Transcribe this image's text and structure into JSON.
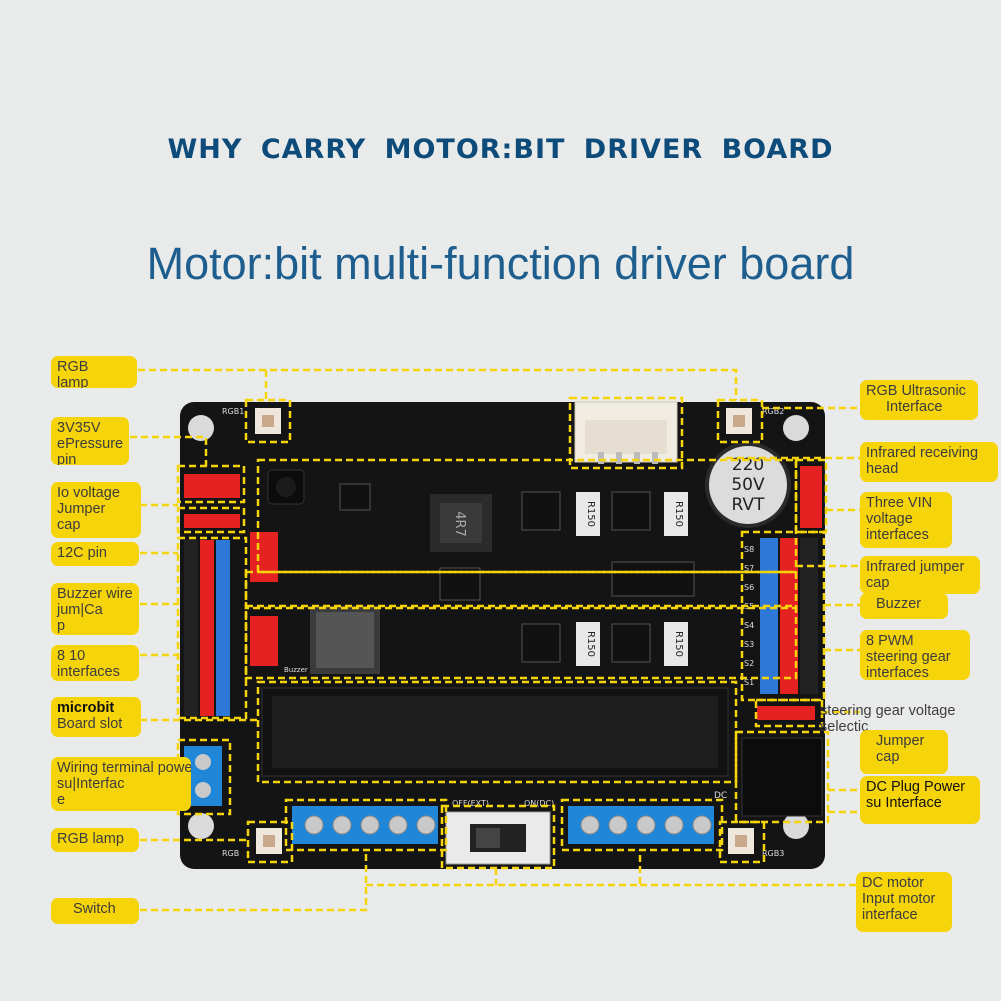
{
  "header": {
    "banner": "WHY CARRY MOTOR:BIT DRIVER BOARD",
    "title": "Motor:bit multi-function driver board"
  },
  "board": {
    "silkscreen": {
      "rgb1": "RGB1",
      "rgb2": "RGB2",
      "rgb3": "RGB3",
      "rgb": "RGB",
      "dc": "DC",
      "buzzer": "Buzzer",
      "off_ext": "OFF(EXT)",
      "on_dc": "ON(DC)",
      "capacitor_1": "220",
      "capacitor_2": "50V",
      "capacitor_3": "RVT",
      "inductor": "4R7",
      "resistor": "R150",
      "servo_ports": [
        "S8",
        "S7",
        "S6",
        "S5",
        "S4",
        "S3",
        "S2",
        "S1"
      ]
    }
  },
  "labels": {
    "rgb_lamp_top": [
      "RGB",
      "lamp"
    ],
    "pressure_pin": [
      "3V35V",
      "ePressure",
      "pin"
    ],
    "io_voltage": [
      "Io voltage",
      "Jumper",
      "cap"
    ],
    "i2c_pin": [
      "12C pin"
    ],
    "buzzer_wire": [
      "Buzzer wire",
      "jum|Ca",
      "p"
    ],
    "interfaces_8_10": [
      "8 10",
      "interfaces"
    ],
    "microbit_slot": [
      "microbit",
      "Board slot"
    ],
    "wiring_terminal": [
      "Wiring terminal power",
      "su|Interfac",
      "e"
    ],
    "rgb_lamp_bottom": [
      "RGB lamp"
    ],
    "switch": [
      "Switch"
    ],
    "rgb_ultrasonic": [
      "RGB Ultrasonic",
      "Interface"
    ],
    "infrared_receiving": [
      "Infrared receiving",
      "head"
    ],
    "three_vin": [
      "Three VIN",
      "voltage",
      "interfaces"
    ],
    "infrared_jumper": [
      "Infrared jumper",
      "cap"
    ],
    "buzzer": [
      "Buzzer"
    ],
    "pwm_8": [
      "8 PWM",
      "steering gear",
      "interfaces"
    ],
    "steering_selection": [
      "steering gear voltage",
      "selectic"
    ],
    "jumper_cap": [
      "Jumper",
      "cap"
    ],
    "dc_plug": [
      "DC Plug Power",
      "su Interface"
    ],
    "dc_motor": [
      "DC motor",
      "Input motor",
      "interface"
    ]
  },
  "colors": {
    "background": "#e9ebea",
    "banner_text": "#0d4b7a",
    "title_text": "#1d5e8e",
    "label_fill": "#f6d40a",
    "callout_line": "#f6d40a",
    "pcb": "#141414",
    "terminal_blue": "#1f86d8",
    "header_red": "#e52222",
    "header_blue": "#2e78d8"
  }
}
